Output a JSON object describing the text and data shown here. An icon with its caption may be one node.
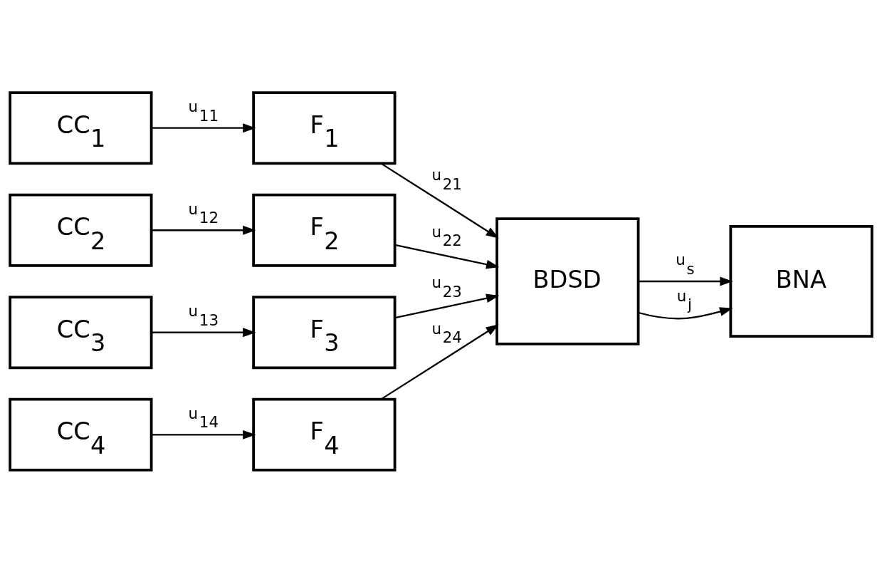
{
  "diagram": {
    "nodes": [
      {
        "text": [
          "CC$_{1}$"
        ]
      },
      {
        "text": [
          "CC$_{2}$"
        ]
      },
      {
        "text": [
          "CC$_{3}$"
        ]
      },
      {
        "text": [
          "CC$_{4}$"
        ]
      },
      {
        "text": [
          "F$_{1}$"
        ]
      },
      {
        "text": [
          "F$_{2}$"
        ]
      },
      {
        "text": [
          "F$_{3}$"
        ]
      },
      {
        "text": [
          "F$_{4}$"
        ]
      },
      {
        "text": [
          "BDSD"
        ]
      },
      {
        "text": [
          "BNA"
        ]
      }
    ],
    "edges": [
      {
        "from": 0,
        "to": 4,
        "arrow": "to",
        "label": "u$_{11}$"
      },
      {
        "from": 1,
        "to": 5,
        "arrow": "to",
        "label": "u$_{12}$"
      },
      {
        "from": 2,
        "to": 6,
        "arrow": "to",
        "label": "u$_{13}$"
      },
      {
        "from": 3,
        "to": 7,
        "arrow": "to",
        "label": "u$_{14}$"
      },
      {
        "from": 4,
        "to": 8,
        "arrow": "to",
        "label": "u$_{21}$"
      },
      {
        "from": 5,
        "to": 8,
        "arrow": "to",
        "label": "u$_{22}$"
      },
      {
        "from": 6,
        "to": 8,
        "arrow": "to",
        "label": "u$_{23}$"
      },
      {
        "from": 7,
        "to": 8,
        "arrow": "to",
        "label": "u$_{24}$"
      },
      {
        "from": 8,
        "to": 9,
        "arrow": "to",
        "label": "u$_{s}$"
      },
      {
        "from": 8,
        "to": 9,
        "arrow": "to",
        "label": "u$_{j}$"
      }
    ]
  }
}
